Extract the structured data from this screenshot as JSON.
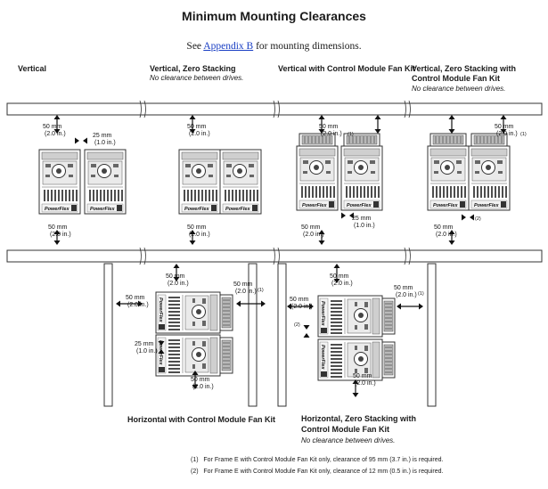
{
  "title": "Minimum Mounting Clearances",
  "subtitle": {
    "prefix": "See ",
    "link": "Appendix B",
    "suffix": " for mounting dimensions."
  },
  "sections": {
    "vertical": {
      "label": "Vertical"
    },
    "vertical_zero": {
      "label": "Vertical, Zero Stacking",
      "note": "No clearance between drives."
    },
    "vertical_fan": {
      "label": "Vertical with Control Module Fan Kit"
    },
    "vertical_zero_fan": {
      "label1": "Vertical, Zero Stacking with",
      "label2": "Control Module Fan Kit",
      "note": "No clearance between drives."
    },
    "horizontal_fan": {
      "label": "Horizontal with Control Module Fan Kit"
    },
    "horizontal_zero_fan": {
      "label1": "Horizontal, Zero Stacking with",
      "label2": "Control Module Fan Kit",
      "note": "No clearance between drives."
    }
  },
  "dims": {
    "mm50": "50 mm",
    "in2": "(2.0 in.)",
    "mm25": "25 mm",
    "in1": "(1.0 in.)",
    "ref1": "(1)",
    "ref2": "(2)"
  },
  "drive_brand": "PowerFlex",
  "footnotes": [
    {
      "num": "(1)",
      "text": "For Frame E with Control Module Fan Kit only, clearance of 95 mm (3.7 in.) is required."
    },
    {
      "num": "(2)",
      "text": "For Frame E with Control Module Fan Kit only, clearance of 12 mm (0.5 in.) is required."
    }
  ]
}
